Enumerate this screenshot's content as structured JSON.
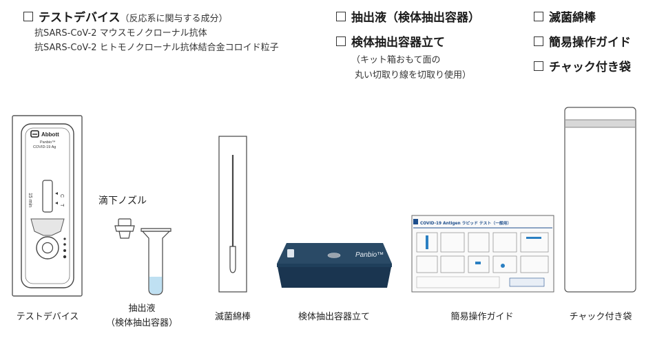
{
  "contents": {
    "test_device": {
      "label": "テストデバイス",
      "note": "（反応系に関与する成分）",
      "items": [
        "抗SARS-CoV-2 マウスモノクローナル抗体",
        "抗SARS-CoV-2 ヒトモノクローナル抗体結合金コロイド粒子"
      ]
    },
    "extraction_fluid": {
      "label": "抽出液（検体抽出容器）"
    },
    "tube_stand": {
      "label": "検体抽出容器立て",
      "note_lines": [
        "（キット箱おもて面の",
        "丸い切取り線を切取り使用）"
      ]
    },
    "swab": {
      "label": "滅菌綿棒"
    },
    "guide": {
      "label": "簡易操作ガイド"
    },
    "zip_bag": {
      "label": "チャック付き袋"
    }
  },
  "device_print": {
    "brand": "Abbott",
    "product": "Panbio™",
    "model": "COVID-19 Ag",
    "time": "15 min",
    "mark_c": "C",
    "mark_t": "T"
  },
  "dropper_label": "滴下ノズル",
  "box_print": {
    "brand": "Panbio™"
  },
  "guide_print": {
    "title": "COVID-19 Antigen ラピッド テスト（一般用）"
  },
  "captions": {
    "test_device": "テストデバイス",
    "extraction_line1": "抽出液",
    "extraction_line2": "（検体抽出容器）",
    "swab": "滅菌綿棒",
    "tube_stand": "検体抽出容器立て",
    "guide": "簡易操作ガイド",
    "zip_bag": "チャック付き袋"
  },
  "colors": {
    "box_navy": "#1f3f5b",
    "fluid_blue": "#bfe0f2",
    "guide_blue": "#1e4e8c",
    "outline": "#444444"
  }
}
